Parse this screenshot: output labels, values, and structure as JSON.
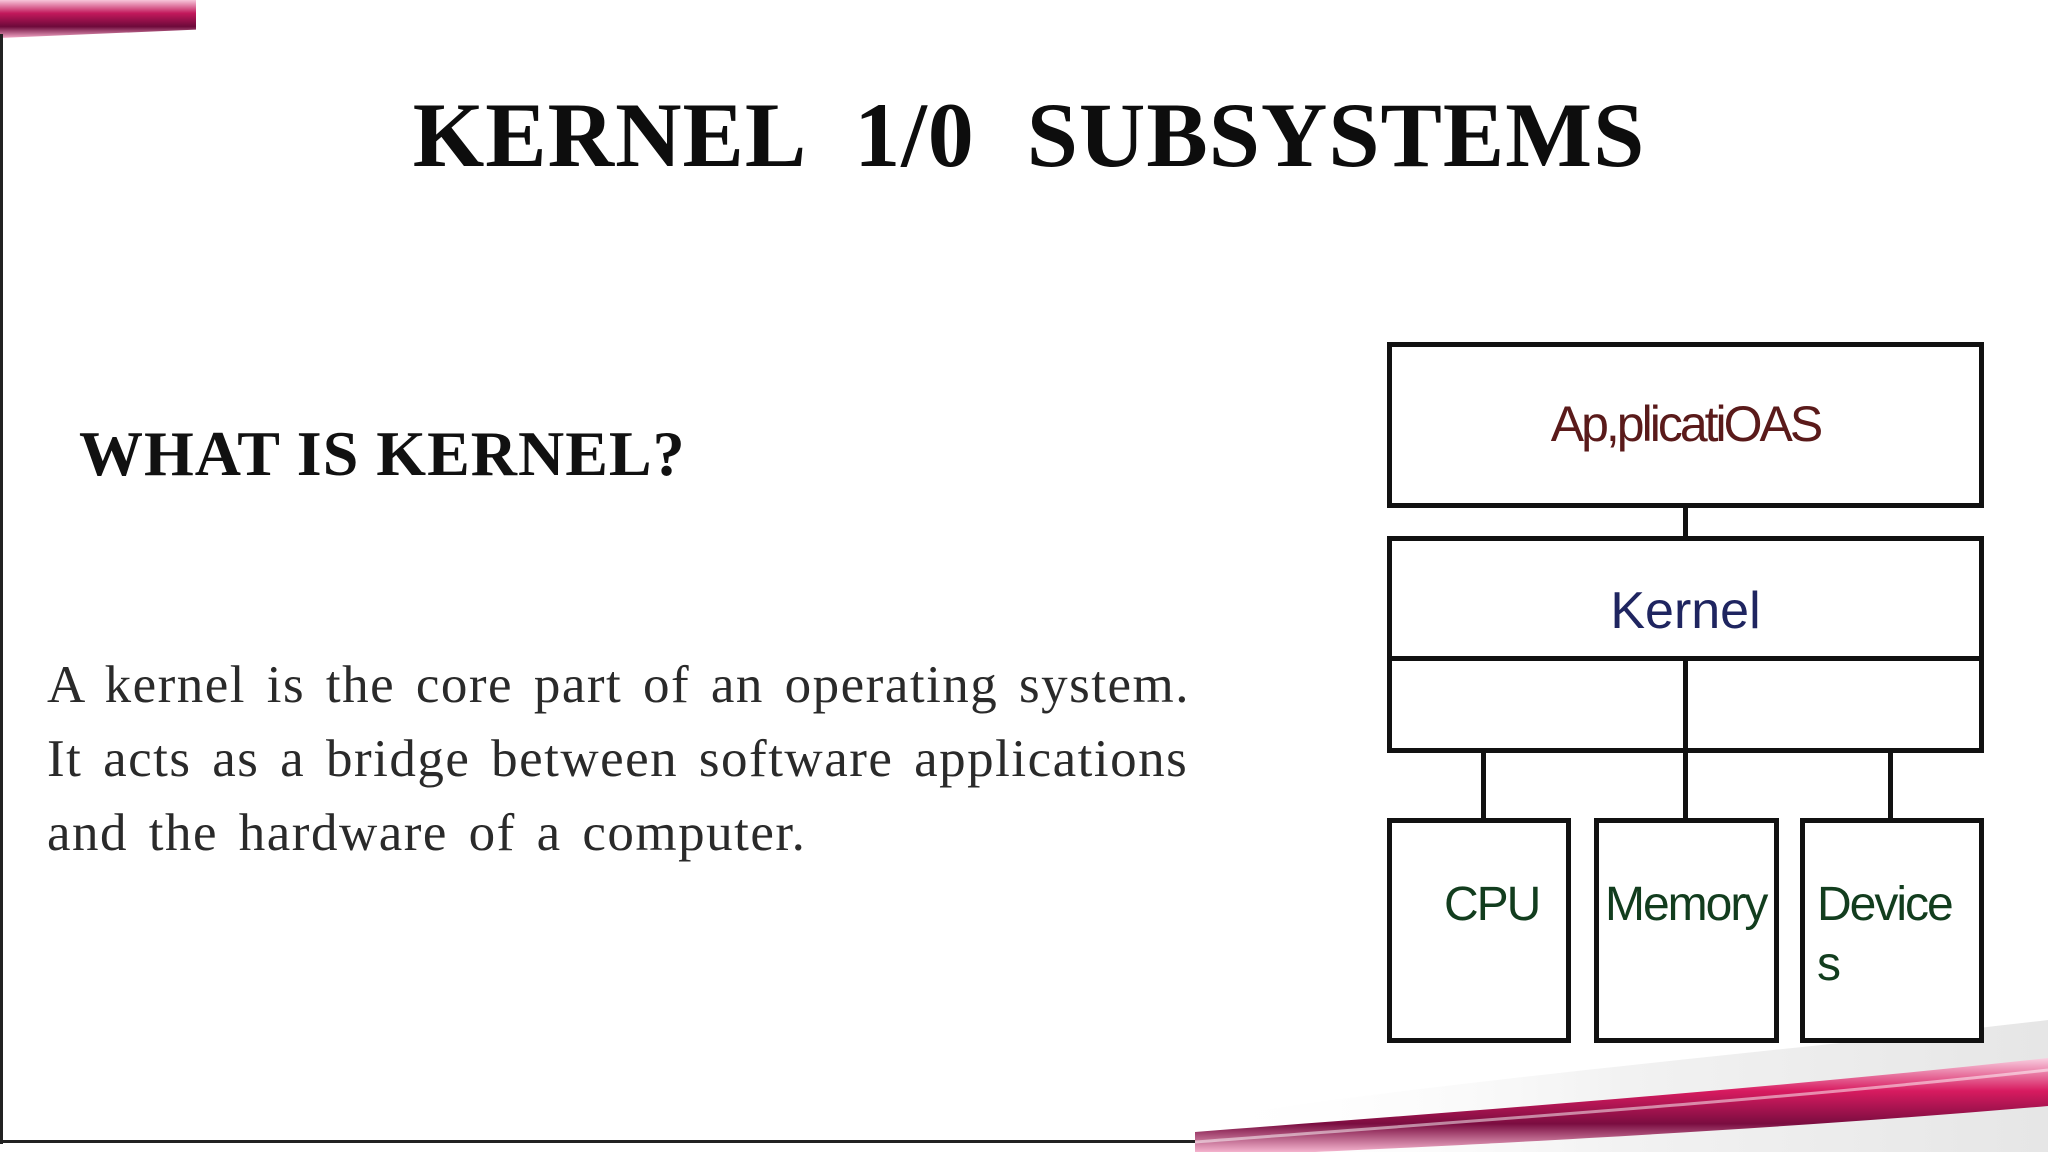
{
  "slide": {
    "title": "KERNEL 1/0 SUBSYSTEMS",
    "subtitle": "WHAT IS KERNEL?",
    "body_lines": [
      "A kernel is the core part of an operating system.",
      "It acts as a bridge between software applications",
      "and the hardware of a computer."
    ]
  },
  "diagram": {
    "applications_label": "Ap,plicatiOAS",
    "kernel_label": "Kernel",
    "hardware": {
      "cpu_label": "CPU",
      "memory_label": "Memory",
      "devices_label_line1": "Device",
      "devices_label_line2": "s"
    }
  },
  "colors": {
    "accent_ribbon": "#c2185b",
    "applications_text": "#5a1a1a",
    "kernel_text": "#1f2560",
    "hardware_text": "#123d1e"
  }
}
